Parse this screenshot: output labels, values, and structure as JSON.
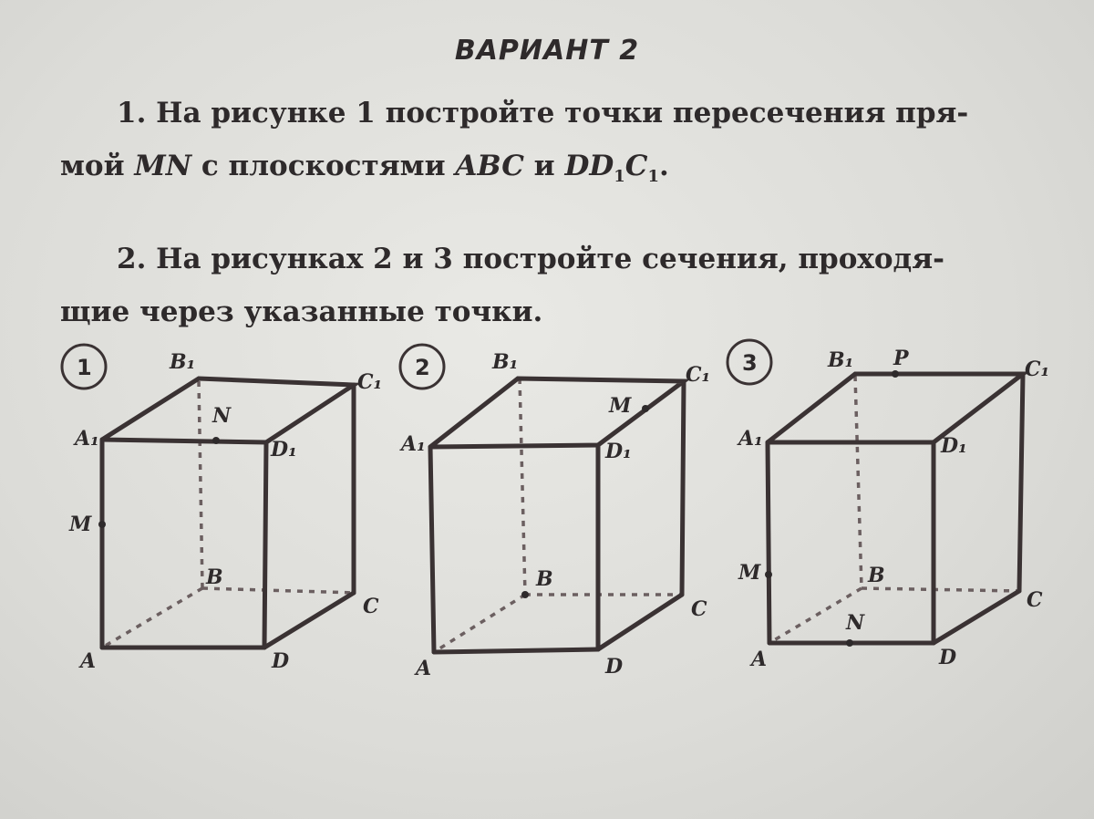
{
  "heading": "ВАРИАНТ 2",
  "task1": {
    "line1": "1. На рисунке 1 постройте точки пересечения пря-",
    "line2_a": "мой ",
    "line2_mn": "MN",
    "line2_b": " с плоскостями ",
    "line2_abc": "ABC",
    "line2_c": " и ",
    "line2_dd": "DD",
    "line2_sub1": "1",
    "line2_cc": "C",
    "line2_sub2": "1",
    "line2_end": "."
  },
  "task2": {
    "line1": "2. На рисунках 2 и 3 постройте сечения, проходя-",
    "line2": "щие через указанные точки."
  },
  "figures": [
    {
      "number": "1",
      "labels": {
        "A1": "A₁",
        "B1": "B₁",
        "C1": "C₁",
        "D1": "D₁",
        "A": "A",
        "B": "B",
        "C": "C",
        "D": "D",
        "M": "M",
        "N": "N"
      }
    },
    {
      "number": "2",
      "labels": {
        "A1": "A₁",
        "B1": "B₁",
        "C1": "C₁",
        "D1": "D₁",
        "A": "A",
        "B": "B",
        "C": "C",
        "D": "D",
        "M": "M"
      }
    },
    {
      "number": "3",
      "labels": {
        "A1": "A₁",
        "B1": "B₁",
        "C1": "C₁",
        "D1": "D₁",
        "A": "A",
        "B": "B",
        "C": "C",
        "D": "D",
        "M": "M",
        "N": "N",
        "P": "P"
      }
    }
  ]
}
